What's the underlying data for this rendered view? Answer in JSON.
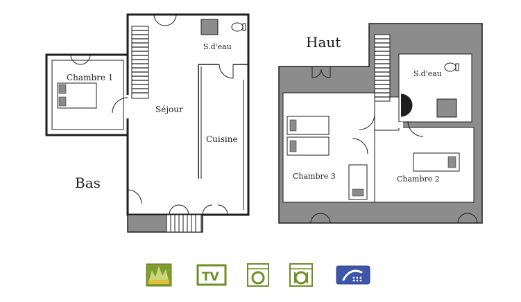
{
  "floors": {
    "ground": {
      "label": "Bas",
      "rooms": {
        "bedroom_1": "Chambre 1",
        "living": "Séjour",
        "shower": "S.d'eau",
        "kitchen": "Cuisine"
      }
    },
    "upper": {
      "label": "Haut",
      "rooms": {
        "shower": "S.d'eau",
        "bedroom_3": "Chambre 3",
        "bedroom_2": "Chambre 2"
      }
    }
  },
  "amenities": {
    "tv_label": "TV",
    "icons": [
      "garden-icon",
      "tv-icon",
      "washing-machine-icon",
      "dishwasher-icon",
      "phone-icon"
    ]
  },
  "colors": {
    "wall": "#1e1e1e",
    "upper_fill": "#8c8c8c",
    "amenity_green": "#6e8f25",
    "phone_blue": "#3d56a8"
  }
}
